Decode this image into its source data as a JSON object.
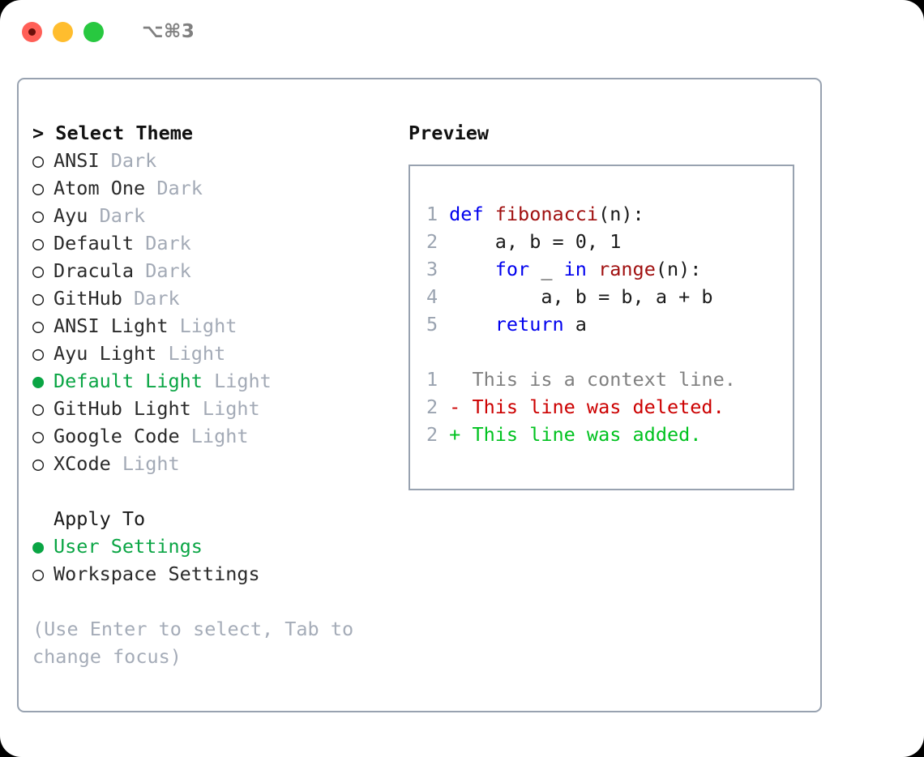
{
  "window": {
    "title": "⌥⌘3",
    "traffic_lights": [
      {
        "name": "close",
        "color": "#ff5f57"
      },
      {
        "name": "minimize",
        "color": "#ffbd2e"
      },
      {
        "name": "maximize",
        "color": "#28c840"
      }
    ]
  },
  "theme_picker": {
    "heading": "> Select Theme",
    "selected_bullet": "●",
    "unselected_bullet": "○",
    "items": [
      {
        "label": "ANSI",
        "tag": "Dark",
        "selected": false
      },
      {
        "label": "Atom One",
        "tag": "Dark",
        "selected": false
      },
      {
        "label": "Ayu",
        "tag": "Dark",
        "selected": false
      },
      {
        "label": "Default",
        "tag": "Dark",
        "selected": false
      },
      {
        "label": "Dracula",
        "tag": "Dark",
        "selected": false
      },
      {
        "label": "GitHub",
        "tag": "Dark",
        "selected": false
      },
      {
        "label": "ANSI Light",
        "tag": "Light",
        "selected": false
      },
      {
        "label": "Ayu Light",
        "tag": "Light",
        "selected": false
      },
      {
        "label": "Default Light",
        "tag": "Light",
        "selected": true
      },
      {
        "label": "GitHub Light",
        "tag": "Light",
        "selected": false
      },
      {
        "label": "Google Code",
        "tag": "Light",
        "selected": false
      },
      {
        "label": "XCode",
        "tag": "Light",
        "selected": false
      }
    ]
  },
  "apply_to": {
    "heading": "Apply To",
    "items": [
      {
        "label": "User Settings",
        "selected": true
      },
      {
        "label": "Workspace Settings",
        "selected": false
      }
    ]
  },
  "hint": "(Use Enter to select, Tab to change focus)",
  "preview": {
    "title": "Preview",
    "code_lines": [
      {
        "no": "1",
        "tokens": [
          {
            "t": "def ",
            "c": "kw"
          },
          {
            "t": "fibonacci",
            "c": "fn"
          },
          {
            "t": "(n):",
            "c": "pl"
          }
        ]
      },
      {
        "no": "2",
        "tokens": [
          {
            "t": "    a, b = 0, 1",
            "c": "pl"
          }
        ]
      },
      {
        "no": "3",
        "tokens": [
          {
            "t": "    ",
            "c": "pl"
          },
          {
            "t": "for",
            "c": "kw"
          },
          {
            "t": " _ ",
            "c": "pl"
          },
          {
            "t": "in",
            "c": "kw"
          },
          {
            "t": " ",
            "c": "pl"
          },
          {
            "t": "range",
            "c": "fn"
          },
          {
            "t": "(n):",
            "c": "pl"
          }
        ]
      },
      {
        "no": "4",
        "tokens": [
          {
            "t": "        a, b = b, a + b",
            "c": "pl"
          }
        ]
      },
      {
        "no": "5",
        "tokens": [
          {
            "t": "    ",
            "c": "pl"
          },
          {
            "t": "return",
            "c": "kw"
          },
          {
            "t": " a",
            "c": "pl"
          }
        ]
      }
    ],
    "diff_lines": [
      {
        "no": "1",
        "marker": "  ",
        "text": "This is a context line.",
        "kind": "ctx"
      },
      {
        "no": "2",
        "marker": "- ",
        "text": "This line was deleted.",
        "kind": "del"
      },
      {
        "no": "2",
        "marker": "+ ",
        "text": "This line was added.",
        "kind": "add"
      }
    ]
  },
  "colors": {
    "accent_green": "#0aa544",
    "border": "#98a2b0",
    "muted": "#a3aab6",
    "keyword_blue": "#0000ee",
    "function_red": "#a01010",
    "diff_add": "#00c21f",
    "diff_del": "#cc0000",
    "line_number": "#9aa3b0"
  }
}
